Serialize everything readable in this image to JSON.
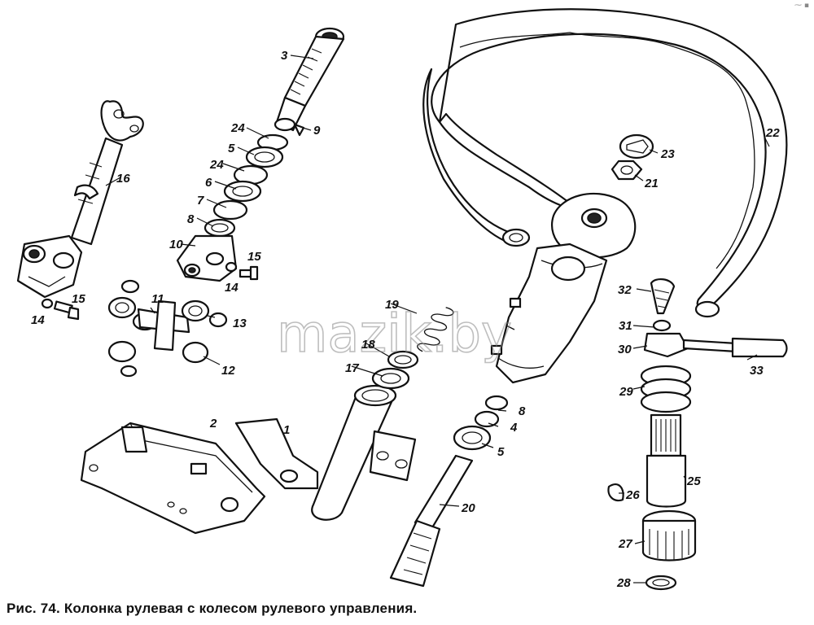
{
  "caption": "Рис. 74. Колонка рулевая с колесом рулевого управления.",
  "watermark": "mazik.by",
  "corner_mark": "⁓ ▪",
  "callouts": [
    "1",
    "2",
    "3",
    "4",
    "5",
    "6",
    "7",
    "8",
    "9",
    "10",
    "11",
    "12",
    "13",
    "14",
    "15",
    "16",
    "17",
    "18",
    "19",
    "20",
    "21",
    "22",
    "23",
    "24",
    "25",
    "26",
    "27",
    "28",
    "29",
    "30",
    "31",
    "32",
    "33"
  ],
  "callout_labels": [
    {
      "id": "c1",
      "text": "1"
    },
    {
      "id": "c2",
      "text": "2"
    },
    {
      "id": "c3",
      "text": "3"
    },
    {
      "id": "c4",
      "text": "4"
    },
    {
      "id": "c5a",
      "text": "5"
    },
    {
      "id": "c5b",
      "text": "5"
    },
    {
      "id": "c6",
      "text": "6"
    },
    {
      "id": "c7",
      "text": "7"
    },
    {
      "id": "c8a",
      "text": "8"
    },
    {
      "id": "c8b",
      "text": "8"
    },
    {
      "id": "c9",
      "text": "9"
    },
    {
      "id": "c10",
      "text": "10"
    },
    {
      "id": "c11",
      "text": "11"
    },
    {
      "id": "c12",
      "text": "12"
    },
    {
      "id": "c13",
      "text": "13"
    },
    {
      "id": "c14a",
      "text": "14"
    },
    {
      "id": "c14b",
      "text": "14"
    },
    {
      "id": "c15a",
      "text": "15"
    },
    {
      "id": "c15b",
      "text": "15"
    },
    {
      "id": "c16",
      "text": "16"
    },
    {
      "id": "c17",
      "text": "17"
    },
    {
      "id": "c18",
      "text": "18"
    },
    {
      "id": "c19",
      "text": "19"
    },
    {
      "id": "c20",
      "text": "20"
    },
    {
      "id": "c21",
      "text": "21"
    },
    {
      "id": "c22",
      "text": "22"
    },
    {
      "id": "c23",
      "text": "23"
    },
    {
      "id": "c24a",
      "text": "24"
    },
    {
      "id": "c24b",
      "text": "24"
    },
    {
      "id": "c25",
      "text": "25"
    },
    {
      "id": "c26",
      "text": "26"
    },
    {
      "id": "c27",
      "text": "27"
    },
    {
      "id": "c28",
      "text": "28"
    },
    {
      "id": "c29",
      "text": "29"
    },
    {
      "id": "c30",
      "text": "30"
    },
    {
      "id": "c31",
      "text": "31"
    },
    {
      "id": "c32",
      "text": "32"
    },
    {
      "id": "c33",
      "text": "33"
    }
  ]
}
